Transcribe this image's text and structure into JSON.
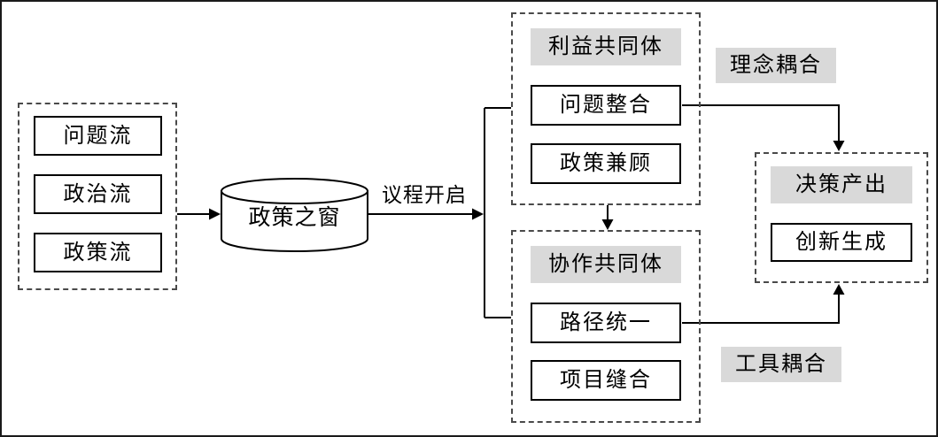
{
  "diagram": {
    "streams": {
      "items": [
        {
          "label": "问题流"
        },
        {
          "label": "政治流"
        },
        {
          "label": "政策流"
        }
      ]
    },
    "policy_window": {
      "label": "政策之窗"
    },
    "agenda": {
      "label": "议程开启"
    },
    "interest_community": {
      "title": "利益共同体",
      "items": [
        {
          "label": "问题整合"
        },
        {
          "label": "政策兼顾"
        }
      ]
    },
    "collaboration_community": {
      "title": "协作共同体",
      "items": [
        {
          "label": "路径统一"
        },
        {
          "label": "项目缝合"
        }
      ]
    },
    "decision_output": {
      "title": "决策产出",
      "items": [
        {
          "label": "创新生成"
        }
      ]
    },
    "couplings": {
      "concept": {
        "label": "理念耦合"
      },
      "tool": {
        "label": "工具耦合"
      }
    },
    "colors": {
      "header_bg": "#d9d9d9",
      "line": "#000000",
      "background": "#ffffff"
    }
  }
}
